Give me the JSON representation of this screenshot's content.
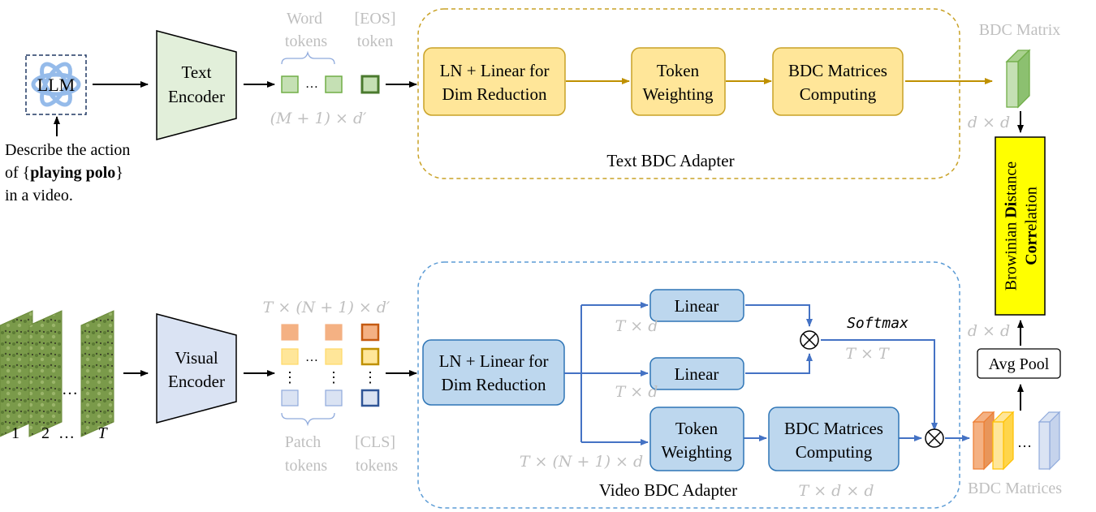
{
  "text_branch": {
    "llm_label": "LLM",
    "prompt_lines": [
      "Describe the action",
      "of {",
      "playing polo",
      "}",
      "in a video."
    ],
    "encoder_lines": [
      "Text",
      "Encoder"
    ],
    "word_tokens_lines": [
      "Word",
      "tokens"
    ],
    "eos_lines": [
      "[EOS]",
      "token"
    ],
    "token_dim": "(M + 1) × d′",
    "adapter_title": "Text BDC Adapter",
    "boxes": {
      "ln_linear": [
        "LN + Linear for",
        "Dim Reduction"
      ],
      "token_weighting": [
        "Token",
        "Weighting"
      ],
      "bdc_computing": [
        "BDC Matrices",
        "Computing"
      ]
    },
    "bdc_matrix_label": "BDC Matrix",
    "bdc_matrix_dim": "d × d"
  },
  "video_branch": {
    "frame_labels": [
      "1",
      "2",
      "T"
    ],
    "ellipsis": "…",
    "encoder_lines": [
      "Visual",
      "Encoder"
    ],
    "token_dim": "T × (N + 1) × d′",
    "patch_tokens_lines": [
      "Patch",
      "tokens"
    ],
    "cls_tokens_lines": [
      "[CLS]",
      "tokens"
    ],
    "adapter_title": "Video BDC Adapter",
    "boxes": {
      "ln_linear": [
        "LN + Linear for",
        "Dim Reduction"
      ],
      "linear_top": "Linear",
      "linear_bottom": "Linear",
      "token_weighting": [
        "Token",
        "Weighting"
      ],
      "bdc_computing": [
        "BDC Matrices",
        "Computing"
      ]
    },
    "dims": {
      "linear_top_out": "T × d",
      "linear_bottom_out": "T × d",
      "softmax": "Softmax",
      "softmax_dim": "T × T",
      "tokens_in": "T × (N + 1) × d",
      "bdc_out": "T × d × d"
    },
    "bdc_matrices_label": "BDC Matrices",
    "avg_pool_label": "Avg Pool",
    "avg_pool_dim": "d × d"
  },
  "bdc_correlation": {
    "lines": [
      [
        {
          "t": "Browinian ",
          "b": false
        },
        {
          "t": "Di",
          "b": true
        },
        {
          "t": "stance",
          "b": false
        }
      ],
      [
        {
          "t": "Corr",
          "b": true
        },
        {
          "t": "elation",
          "b": false
        }
      ]
    ]
  },
  "colors": {
    "text_encoder_fill": "#e2efda",
    "visual_encoder_fill": "#dae3f3",
    "gold_fill": "#ffe699",
    "gold_stroke": "#c9a227",
    "gold_arrow": "#bf9000",
    "blue_fill": "#bdd7ee",
    "blue_stroke": "#2e75b6",
    "blue_arrow": "#4472c4",
    "green_token_fill": "#c5e0b4",
    "green_token_stroke": "#70ad47",
    "orange_token_fill": "#f4b183",
    "orange_token_stroke": "#c55a11",
    "yellow_token_fill": "#ffe699",
    "yellow_token_stroke": "#bf9000",
    "lightblue_token_fill": "#dae3f3",
    "lightblue_token_stroke": "#8faadc",
    "bdc_corr_fill": "#ffff00",
    "grey_text": "#bfbfbf",
    "llm_icon": "#8ab4e8"
  }
}
